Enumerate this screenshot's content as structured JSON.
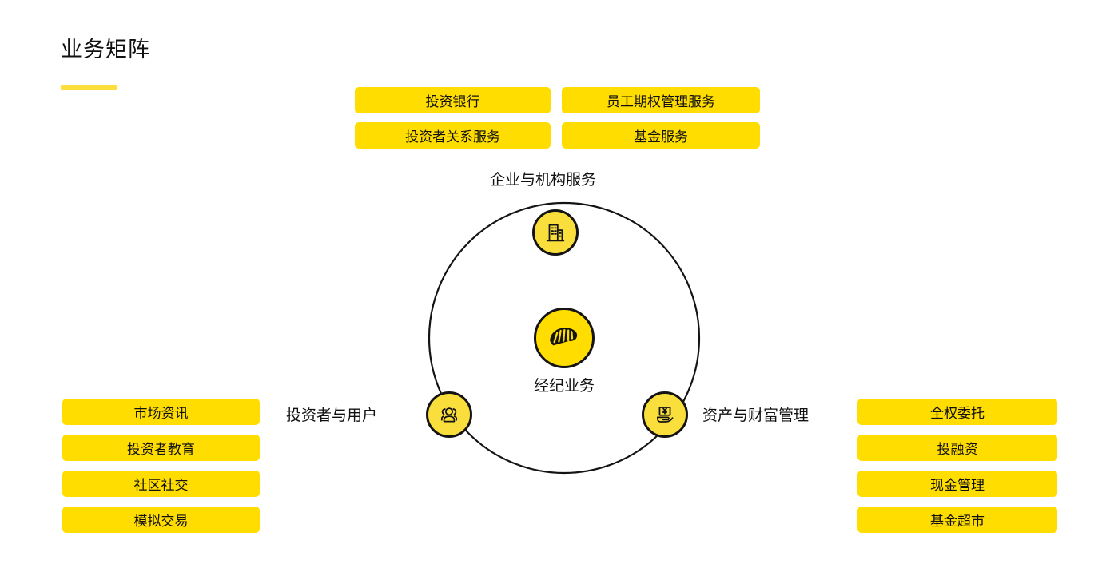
{
  "header": {
    "title": "业务矩阵",
    "accent_color": "#FCDE3C"
  },
  "theme": {
    "tag_yellow": "#FFDD00",
    "node_yellow": "#FADF3C",
    "outline": "#141414",
    "text": "#111111",
    "background": "#FFFFFF"
  },
  "diagram": {
    "center": {
      "label": "经纪业务",
      "icon": "hand-fan-icon"
    },
    "groups": [
      {
        "id": "enterprise",
        "label": "企业与机构服务",
        "icon": "building-icon",
        "position": "top",
        "tags": [
          "投资银行",
          "员工期权管理服务",
          "投资者关系服务",
          "基金服务"
        ]
      },
      {
        "id": "investors",
        "label": "投资者与用户",
        "icon": "users-icon",
        "position": "bottom-left",
        "tags": [
          "市场资讯",
          "投资者教育",
          "社区社交",
          "模拟交易"
        ]
      },
      {
        "id": "wealth",
        "label": "资产与财富管理",
        "icon": "hand-money-icon",
        "position": "bottom-right",
        "tags": [
          "全权委托",
          "投融资",
          "现金管理",
          "基金超市"
        ]
      }
    ]
  }
}
